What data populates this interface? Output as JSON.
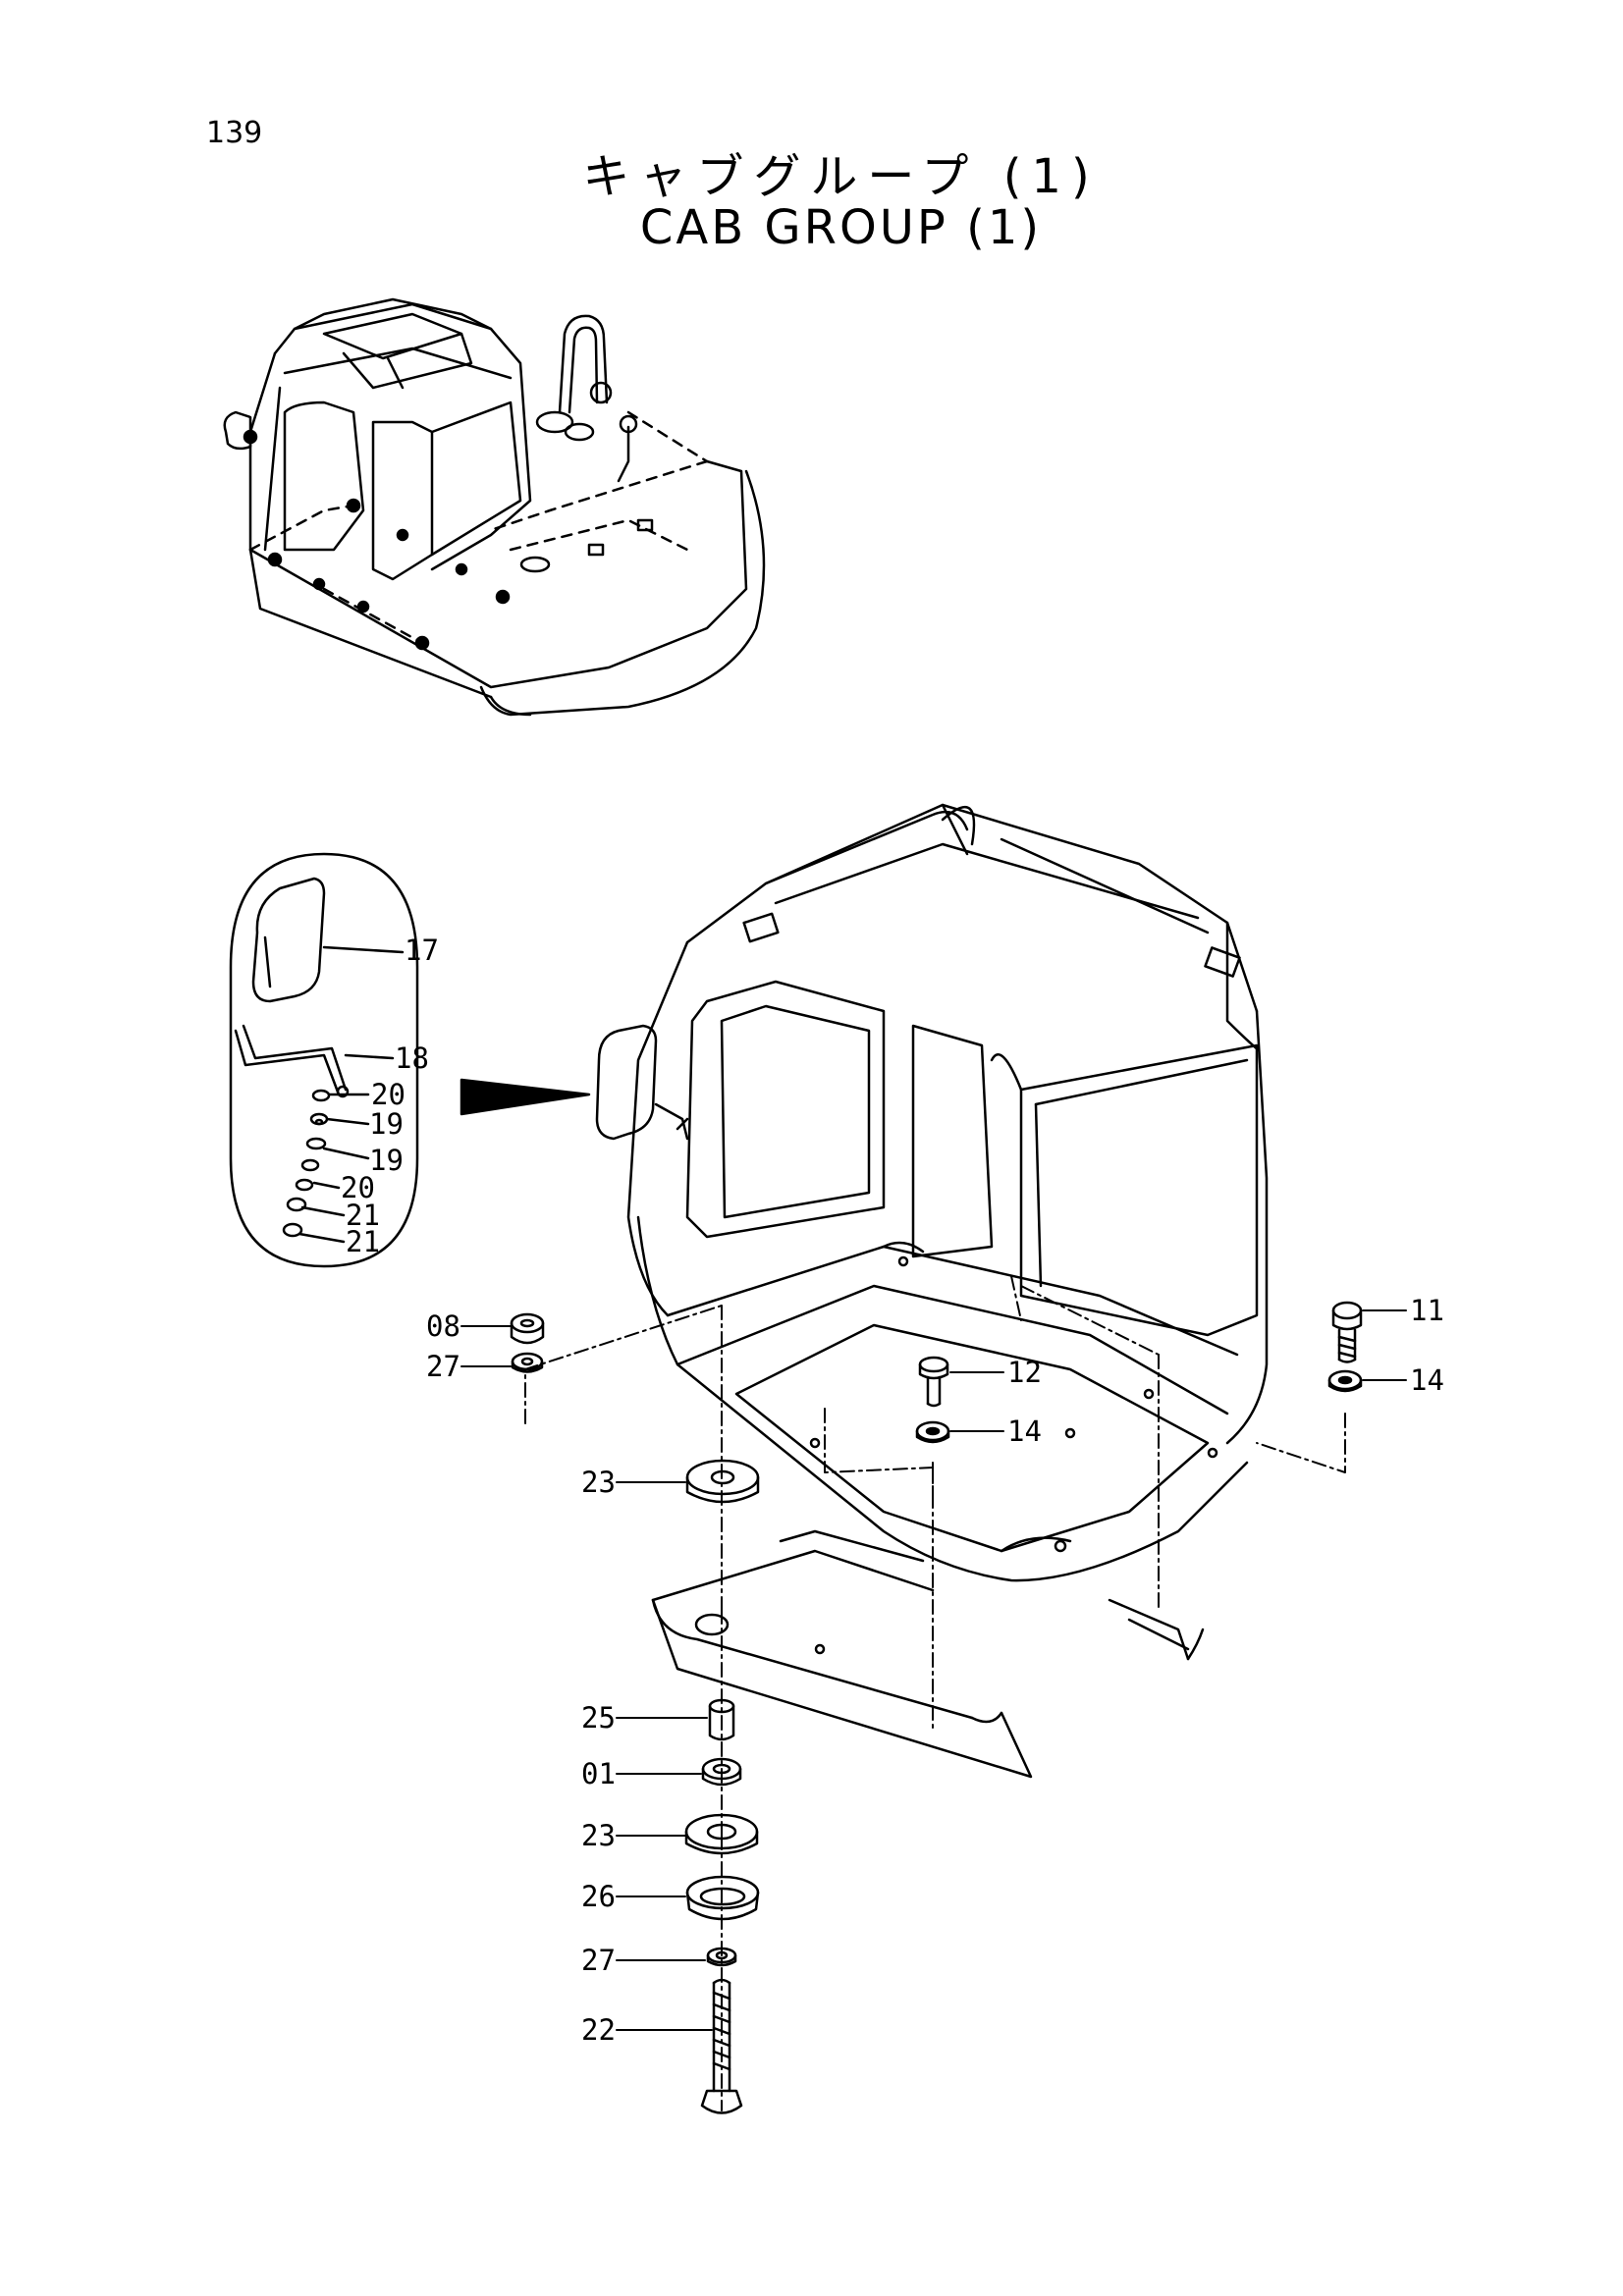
{
  "page": {
    "number": "139",
    "title_jp": "キャブグループ (1)",
    "title_en": "CAB GROUP (1)"
  },
  "callouts": {
    "c17": "17",
    "c18": "18",
    "c20a": "20",
    "c19a": "19",
    "c19b": "19",
    "c20b": "20",
    "c21a": "21",
    "c21b": "21",
    "c08": "08",
    "c27a": "27",
    "c11": "11",
    "c12": "12",
    "c14a": "14",
    "c14b": "14",
    "c23a": "23",
    "c25": "25",
    "c01": "01",
    "c23b": "23",
    "c26": "26",
    "c27b": "27",
    "c22": "22"
  }
}
